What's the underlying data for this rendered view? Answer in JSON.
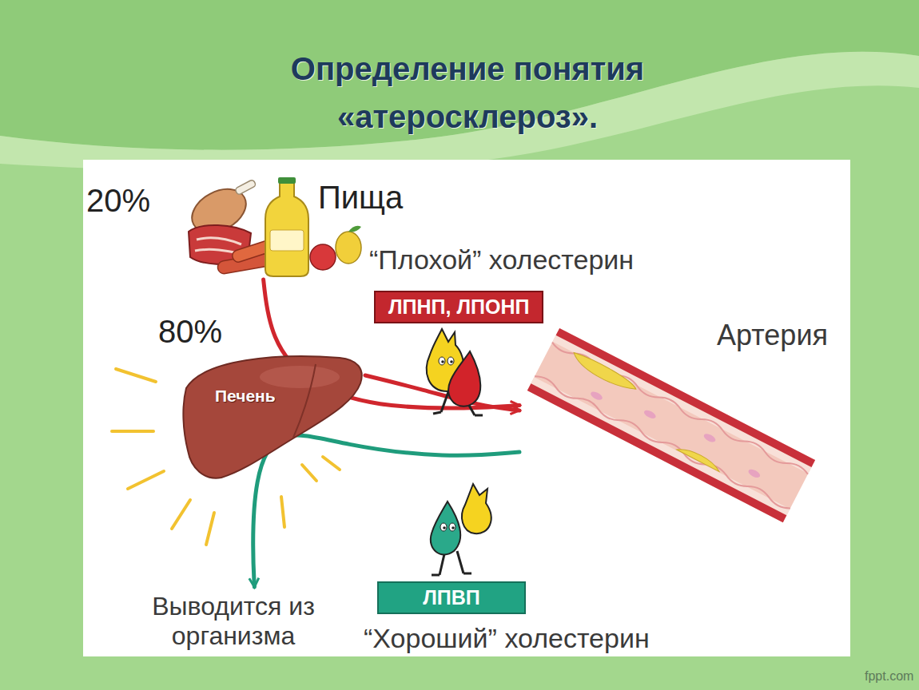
{
  "diagram": {
    "title": "Определение понятия «атеросклероз».",
    "nodes": [
      {
        "text": [
          "Пища"
        ]
      },
      {
        "text": [
          "“Плохой” холестерин",
          "ЛПНП, ЛПОНП"
        ]
      },
      {
        "text": [
          "Печень"
        ]
      },
      {
        "text": [
          "Артерия"
        ]
      },
      {
        "text": [
          "Выводится из организма"
        ]
      },
      {
        "text": [
          "ЛПВП",
          "“Хороший” холестерин"
        ]
      }
    ],
    "edges": [
      {
        "from": 0,
        "to": 3,
        "arrow": "to"
      },
      {
        "from": 2,
        "to": 3,
        "arrow": "to"
      },
      {
        "from": 3,
        "to": 4,
        "arrow": "to"
      }
    ],
    "labels": [
      "20%",
      "80%",
      "fppt.com"
    ]
  }
}
